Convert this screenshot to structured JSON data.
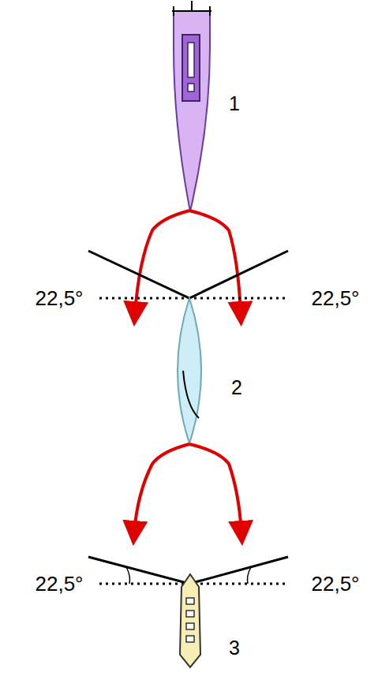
{
  "diagram": {
    "labels": [
      "1",
      "22,5°",
      "22,5°",
      "2",
      "22,5°",
      "22,5°",
      "3"
    ]
  }
}
